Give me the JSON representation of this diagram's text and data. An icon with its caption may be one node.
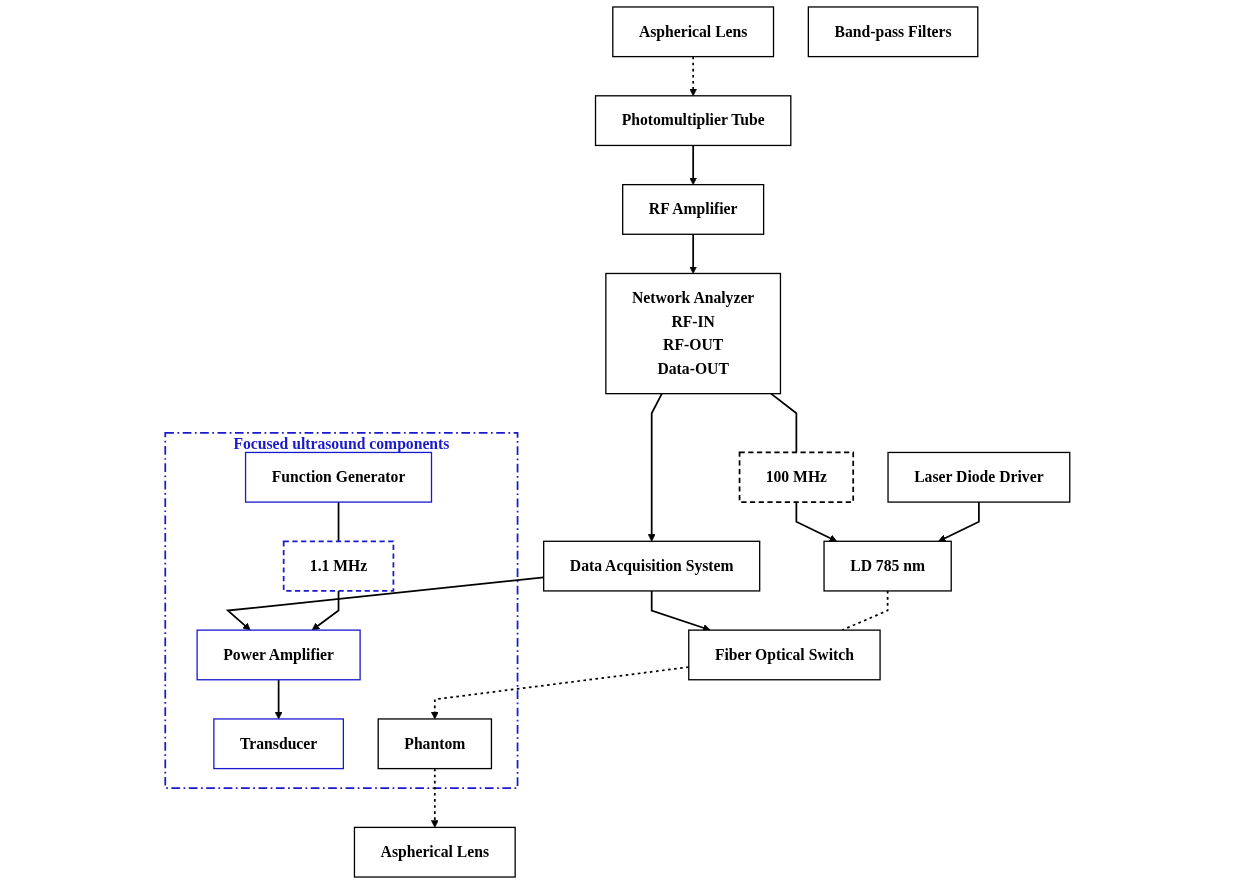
{
  "diagram": {
    "nodes": [
      {
        "text": [
          "Network Analyzer",
          "RF-IN",
          "RF-OUT",
          "Data-OUT"
        ]
      },
      {
        "text": [
          "RF Amplifier"
        ]
      },
      {
        "text": [
          "Focused ultrasound components"
        ]
      },
      {
        "text": [
          "Function Generator"
        ],
        "in": 2
      },
      {
        "text": [
          "1.1 MHz"
        ],
        "in": 2
      },
      {
        "text": [
          "Power Amplifier"
        ],
        "in": 2
      },
      {
        "text": [
          "Transducer"
        ],
        "in": 2
      },
      {
        "text": [
          "Phantom"
        ],
        "in": 2
      },
      {
        "text": [
          "Photomultiplier Tube"
        ]
      },
      {
        "text": [
          "Data Acquisition System"
        ]
      },
      {
        "text": [
          "Laser Diode Driver"
        ]
      },
      {
        "text": [
          "100 MHz"
        ]
      },
      {
        "text": [
          "Aspherical Lens"
        ]
      },
      {
        "text": [
          "Band-pass Filters"
        ]
      },
      {
        "text": [
          "Aspherical Lens"
        ]
      },
      {
        "text": [
          "LD 785 nm"
        ]
      },
      {
        "text": [
          "Fiber Optical Switch"
        ]
      }
    ],
    "edges": [
      {
        "from": 1,
        "to": 0,
        "arrow": "to"
      },
      {
        "from": 8,
        "to": 1,
        "arrow": "to"
      },
      {
        "from": 0,
        "to": 9,
        "arrow": "to"
      },
      {
        "from": 0,
        "to": 11,
        "arrow": "none"
      },
      {
        "from": 11,
        "to": 15,
        "arrow": "to"
      },
      {
        "from": 10,
        "to": 15,
        "arrow": "to"
      },
      {
        "from": 9,
        "to": 16,
        "arrow": "to"
      },
      {
        "from": 9,
        "to": 5,
        "arrow": "to"
      },
      {
        "from": 3,
        "to": 4,
        "arrow": "none"
      },
      {
        "from": 4,
        "to": 5,
        "arrow": "to"
      },
      {
        "from": 5,
        "to": 6,
        "arrow": "to"
      },
      {
        "from": 15,
        "to": 16,
        "arrow": "none",
        "style": "dashed"
      },
      {
        "from": 16,
        "to": 7,
        "arrow": "to",
        "style": "dashed"
      },
      {
        "from": 7,
        "to": 14,
        "arrow": "to",
        "style": "dashed"
      },
      {
        "from": 12,
        "to": 8,
        "arrow": "to",
        "style": "dashed"
      }
    ]
  }
}
